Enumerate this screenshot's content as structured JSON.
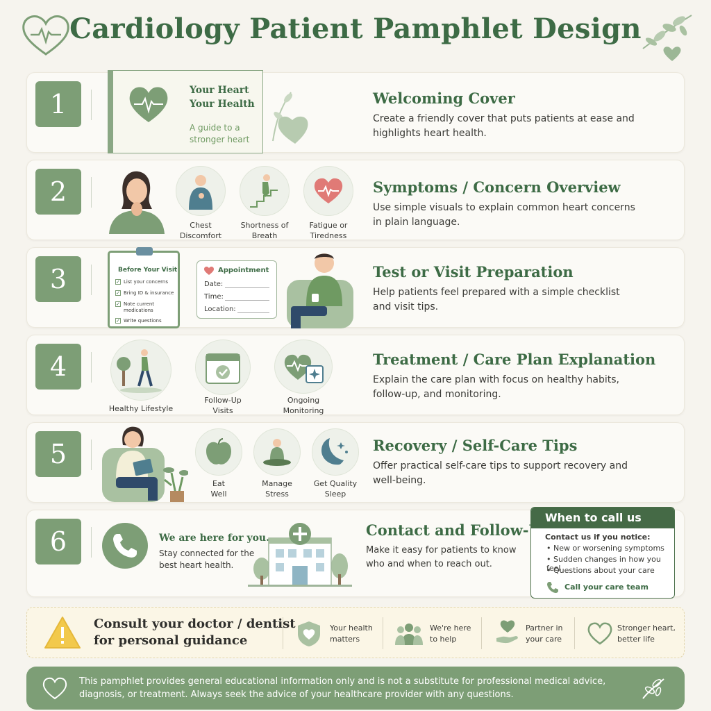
{
  "page": {
    "title": "Cardiology Patient Pamphlet Design"
  },
  "colors": {
    "primary": "#3d6b45",
    "accent": "#7d9e76",
    "heart": "#e07a76",
    "warning": "#f2c94c"
  },
  "icons": {
    "logo": "heart-pulse-icon",
    "corner": "leaf-heart-icon"
  },
  "sections": [
    {
      "number": "1",
      "title": "Welcoming Cover",
      "desc": "Create a friendly cover that puts patients at ease and highlights heart health.",
      "cover": {
        "line1": "Your Heart",
        "line2": "Your Health",
        "tag1": "A guide to a",
        "tag2": "stronger heart"
      }
    },
    {
      "number": "2",
      "title": "Symptoms / Concern Overview",
      "desc": "Use simple visuals to explain common heart concerns in plain language.",
      "items": [
        {
          "l1": "Chest",
          "l2": "Discomfort"
        },
        {
          "l1": "Shortness of",
          "l2": "Breath"
        },
        {
          "l1": "Fatigue or",
          "l2": "Tiredness"
        }
      ]
    },
    {
      "number": "3",
      "title": "Test or Visit Preparation",
      "desc": "Help patients feel prepared with a simple checklist and visit tips.",
      "checklist": {
        "heading": "Before Your Visit",
        "items": [
          "List your concerns",
          "Bring ID & insurance",
          "Note current",
          "medications",
          "Write questions"
        ]
      },
      "appointment": {
        "heading": "Appointment",
        "date": "Date:",
        "time": "Time:",
        "location": "Location:"
      }
    },
    {
      "number": "4",
      "title": "Treatment / Care Plan Explanation",
      "desc": "Explain the care plan with focus on healthy habits, follow-up, and monitoring.",
      "items": [
        {
          "l1": "Healthy Lifestyle",
          "l2": ""
        },
        {
          "l1": "Follow-Up",
          "l2": "Visits"
        },
        {
          "l1": "Ongoing",
          "l2": "Monitoring"
        }
      ]
    },
    {
      "number": "5",
      "title": "Recovery / Self-Care Tips",
      "desc": "Offer practical self-care tips to support recovery and well-being.",
      "items": [
        {
          "l1": "Eat",
          "l2": "Well"
        },
        {
          "l1": "Manage",
          "l2": "Stress"
        },
        {
          "l1": "Get Quality",
          "l2": "Sleep"
        }
      ]
    },
    {
      "number": "6",
      "title": "Contact and Follow-Up",
      "desc": "Make it easy for patients to know who and when to reach out.",
      "here": "We are here for you.",
      "here_sub1": "Stay connected for the",
      "here_sub2": "best heart health."
    }
  ],
  "contact_card": {
    "heading": "When to call us",
    "sub": "Contact us if you notice:",
    "bullets": [
      "New or worsening symptoms",
      "Sudden changes in how you feel",
      "Questions about your care"
    ],
    "call": "Call your care team"
  },
  "consult": {
    "line1": "Consult your doctor / dentist",
    "line2": "for personal guidance",
    "badges": [
      {
        "l1": "Your health",
        "l2": "matters"
      },
      {
        "l1": "We're here",
        "l2": "to help"
      },
      {
        "l1": "Partner in",
        "l2": "your care"
      },
      {
        "l1": "Stronger heart,",
        "l2": "better life"
      }
    ]
  },
  "footer": {
    "text": "This pamphlet provides general educational information only and is not a substitute for professional medical advice, diagnosis, or treatment. Always seek the advice of your healthcare provider with any questions."
  }
}
